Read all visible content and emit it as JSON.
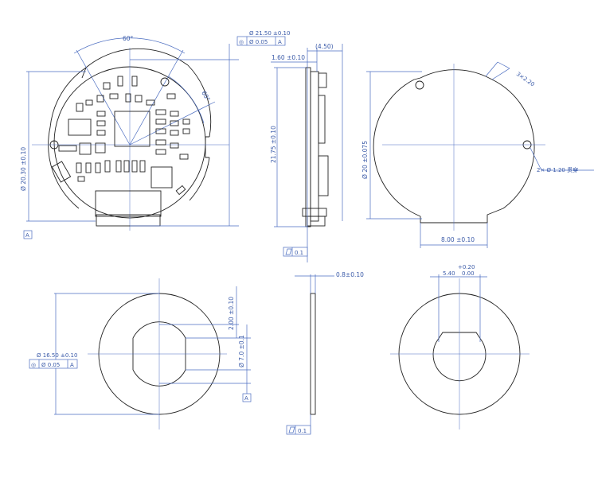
{
  "labels": {
    "angle_top": "60°",
    "angle_side": "60°",
    "dia_top_outer": "Ø 21.50 ±0.10",
    "fcf_top_sym": "◎",
    "fcf_top_tol": "Ø 0.05",
    "fcf_top_ref": "A",
    "dia_pcb": "Ø 20.30 ±0.10",
    "datum_a1": "A",
    "side_thk": "1.60 ±0.10",
    "side_total": "(4.50)",
    "side_height": "21.75 ±0.10",
    "flat_side": "0.1",
    "back_dia": "Ø 20 ±0.075",
    "back_notch": "3×2.20",
    "back_holes": "2× Ø 1.20 贯穿",
    "back_width": "8.00 ±0.10",
    "washer_dia": "Ø 16.50 ±0.10",
    "fcf_w_sym": "◎",
    "fcf_w_tol": "Ø 0.05",
    "fcf_w_ref": "A",
    "washer_flat": "2.00 ±0.10",
    "washer_hole": "Ø 7.0 ±0.1",
    "datum_a2": "A",
    "washer_thk": "0.8±0.10",
    "flat_washer": "0.1",
    "w2_tol_plus": "+0.20",
    "w2_tol_zero": "0.00",
    "w2_dim": "5.40"
  }
}
